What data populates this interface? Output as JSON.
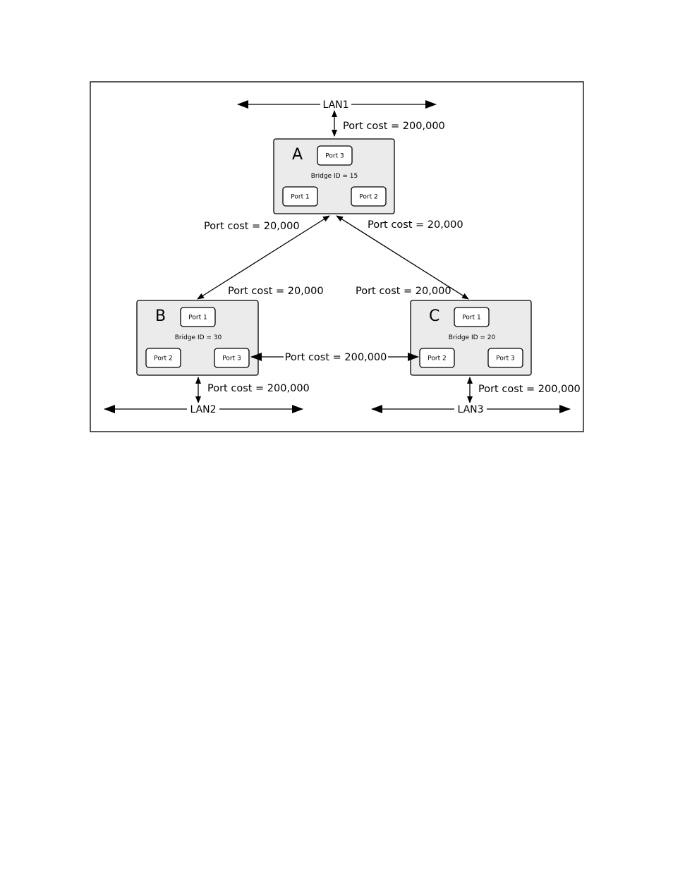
{
  "lans": {
    "lan1": "LAN1",
    "lan2": "LAN2",
    "lan3": "LAN3"
  },
  "bridges": {
    "a": {
      "letter": "A",
      "bridge_id": "Bridge ID = 15",
      "port1": "Port 1",
      "port2": "Port 2",
      "port3": "Port 3"
    },
    "b": {
      "letter": "B",
      "bridge_id": "Bridge ID = 30",
      "port1": "Port 1",
      "port2": "Port 2",
      "port3": "Port 3"
    },
    "c": {
      "letter": "C",
      "bridge_id": "Bridge ID = 20",
      "port1": "Port 1",
      "port2": "Port 2",
      "port3": "Port 3"
    }
  },
  "costs": {
    "lan1_a": "Port cost = 200,000",
    "a_b_top": "Port cost = 20,000",
    "a_c_top": "Port cost = 20,000",
    "a_b_bottom": "Port cost = 20,000",
    "a_c_bottom": "Port cost = 20,000",
    "b_c": "Port cost = 200,000",
    "b_lan2": "Port cost = 200,000",
    "c_lan3": "Port cost = 200,000"
  }
}
